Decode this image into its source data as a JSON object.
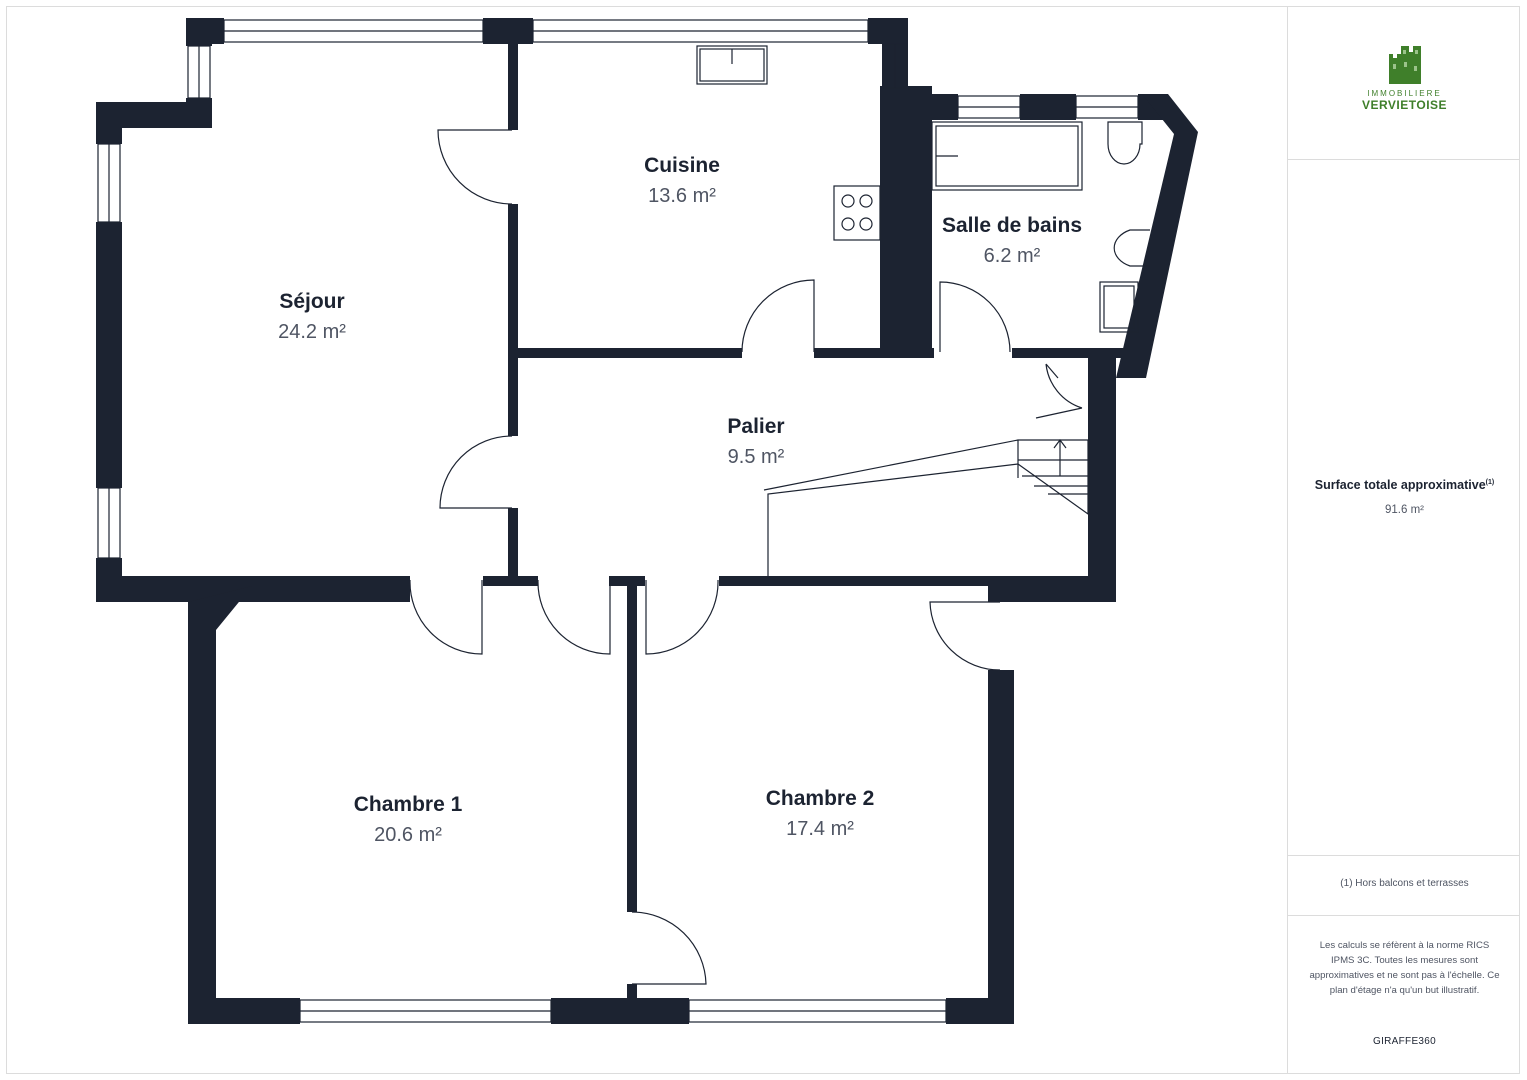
{
  "colors": {
    "wall": "#1c2331",
    "accent": "#3f7f2a",
    "text": "#1c2331",
    "muted": "#4f5563"
  },
  "logo": {
    "line1": "IMMOBILIERE",
    "line2": "VERVIETOISE",
    "icon": "castle-tower-icon"
  },
  "rooms": [
    {
      "id": "cuisine",
      "name": "Cuisine",
      "area": "13.6 m²"
    },
    {
      "id": "salle-de-bains",
      "name": "Salle de bains",
      "area": "6.2 m²"
    },
    {
      "id": "sejour",
      "name": "Séjour",
      "area": "24.2 m²"
    },
    {
      "id": "palier",
      "name": "Palier",
      "area": "9.5 m²"
    },
    {
      "id": "chambre-1",
      "name": "Chambre 1",
      "area": "20.6 m²"
    },
    {
      "id": "chambre-2",
      "name": "Chambre 2",
      "area": "17.4 m²"
    }
  ],
  "summary": {
    "total_label": "Surface totale approximative",
    "total_note_marker": "(1)",
    "total_value": "91.6 m²",
    "footnote": "(1) Hors balcons et terrasses",
    "disclaimer": "Les calculs se réfèrent à la norme RICS IPMS 3C. Toutes les mesures sont approximatives et ne sont pas à l'échelle. Ce plan d'étage n'a qu'un but illustratif.",
    "brand": "GIRAFFE360"
  }
}
